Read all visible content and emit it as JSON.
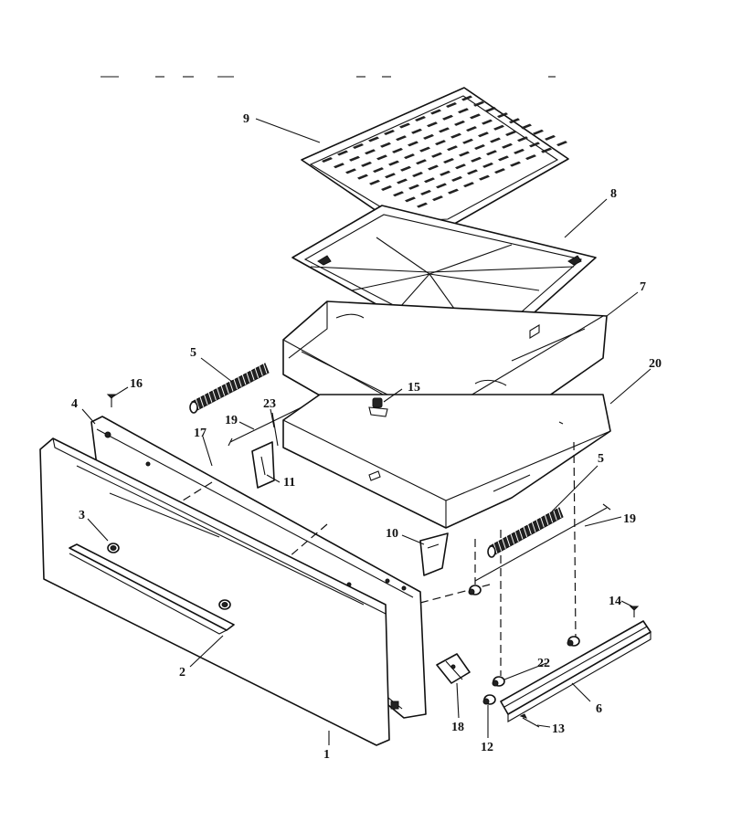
{
  "diagram": {
    "callouts": [
      {
        "id": "c1",
        "label": "1"
      },
      {
        "id": "c2",
        "label": "2"
      },
      {
        "id": "c3",
        "label": "3"
      },
      {
        "id": "c4",
        "label": "4"
      },
      {
        "id": "c5a",
        "label": "5"
      },
      {
        "id": "c5b",
        "label": "5"
      },
      {
        "id": "c6",
        "label": "6"
      },
      {
        "id": "c7",
        "label": "7"
      },
      {
        "id": "c8",
        "label": "8"
      },
      {
        "id": "c9",
        "label": "9"
      },
      {
        "id": "c10",
        "label": "10"
      },
      {
        "id": "c11",
        "label": "11"
      },
      {
        "id": "c12",
        "label": "12"
      },
      {
        "id": "c13",
        "label": "13"
      },
      {
        "id": "c14",
        "label": "14"
      },
      {
        "id": "c15",
        "label": "15"
      },
      {
        "id": "c16",
        "label": "16"
      },
      {
        "id": "c17",
        "label": "17"
      },
      {
        "id": "c18",
        "label": "18"
      },
      {
        "id": "c19a",
        "label": "19"
      },
      {
        "id": "c19b",
        "label": "19"
      },
      {
        "id": "c20",
        "label": "20"
      },
      {
        "id": "c22",
        "label": "22"
      },
      {
        "id": "c23",
        "label": "23"
      }
    ]
  }
}
